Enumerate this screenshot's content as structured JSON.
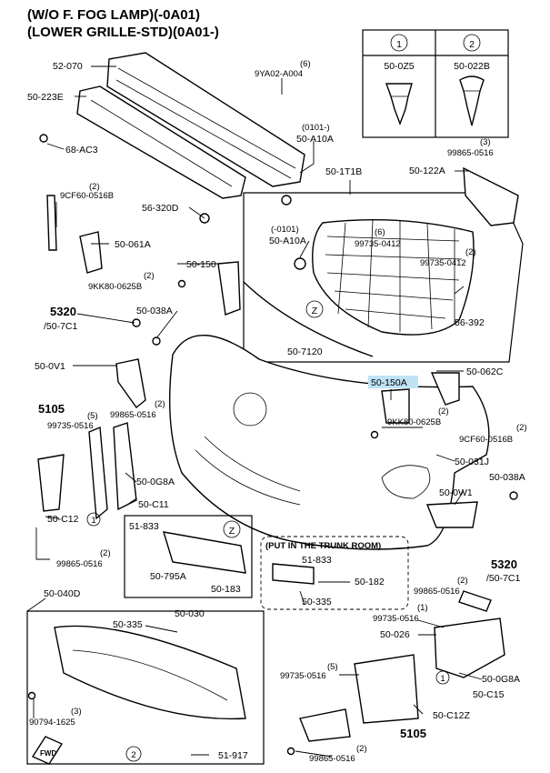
{
  "header": {
    "line1": "(W/O F. FOG LAMP)(-0A01)",
    "line2": "(LOWER GRILLE-STD)(0A01-)"
  },
  "legend": {
    "col1_num": "1",
    "col2_num": "2",
    "col1_code": "50-0Z5",
    "col2_code": "50-022B"
  },
  "callouts": {
    "c_52070": "52-070",
    "c_9ya02_q": "(6)",
    "c_9ya02": "9YA02-A004",
    "c_50223e": "50-223E",
    "c_68ac3": "68-AC3",
    "c_0101a": "(0101-)",
    "c_50a10a_top": "50-A10A",
    "c_501t1b": "50-1T1B",
    "c_99865_q_tr": "(3)",
    "c_99865_tr": "99865-0516",
    "c_50122a": "50-122A",
    "c_9cf60_q_l": "(2)",
    "c_9cf60_l": "9CF60-0516B",
    "c_56320d": "56-320D",
    "c_0101b": "(-0101)",
    "c_50a10a_in": "50-A10A",
    "c_99735_q_in": "(6)",
    "c_99735_in": "99735-0412",
    "c_50061a": "50-061A",
    "c_99735_q_r": "(2)",
    "c_99735_r": "99735-0412",
    "c_50150_top": "50-150",
    "c_9kk80_q_l": "(2)",
    "c_9kk80_l": "9KK80-0625B",
    "c_z_in": "Z",
    "c_56392": "56-392",
    "c_5320_l": "5320",
    "c_507c1_l": "/50-7C1",
    "c_50038a_l": "50-038A",
    "c_507120": "50-7120",
    "c_500v1": "50-0V1",
    "c_50150a": "50-150A",
    "c_50062c": "50-062C",
    "c_5105_l": "5105",
    "c_99735_q5_l": "(5)",
    "c_99735_l": "99735-0516",
    "c_99865_q_m": "(2)",
    "c_99865_m": "99865-0516",
    "c_9kk80_q_r": "(2)",
    "c_9kk80_r": "9KK80-0625B",
    "c_9cf60_q_r": "(2)",
    "c_9cf60_r": "9CF60-0516B",
    "c_50031j": "50-031J",
    "c_500g8a_l": "50-0G8A",
    "c_50038a_r": "50-038A",
    "c_500w1": "50-0W1",
    "c_50c11": "50-C11",
    "c_50c12": "50-C12",
    "c_one_l": "1",
    "c_51833_l": "51-833",
    "c_z_box": "Z",
    "c_trunk": "(PUT IN THE TRUNK ROOM)",
    "c_51833_t": "51-833",
    "c_5320_r": "5320",
    "c_507c1_r": "/50-7C1",
    "c_99865_q_bl": "(2)",
    "c_99865_bl": "99865-0516",
    "c_50795a": "50-795A",
    "c_50183": "50-183",
    "c_50182": "50-182",
    "c_99865_q_br": "(2)",
    "c_99865_br": "99865-0516",
    "c_50335_t": "50-335",
    "c_50030": "50-030",
    "c_99735_q1": "(1)",
    "c_99735_br": "99735-0516",
    "c_50040d": "50-040D",
    "c_50026": "50-026",
    "c_50335_b": "50-335",
    "c_99735_q5_b": "(5)",
    "c_99735_b": "99735-0516",
    "c_one_r": "1",
    "c_500g8a_r": "50-0G8A",
    "c_50c15": "50-C15",
    "c_90794_q": "(3)",
    "c_90794": "90794-1625",
    "c_50c12z": "50-C12Z",
    "c_5105_b": "5105",
    "c_99865_q_bb": "(2)",
    "c_99865_bb": "99865-0516",
    "c_two_b": "2",
    "c_51917": "51-917",
    "c_fwd": "FWD"
  }
}
